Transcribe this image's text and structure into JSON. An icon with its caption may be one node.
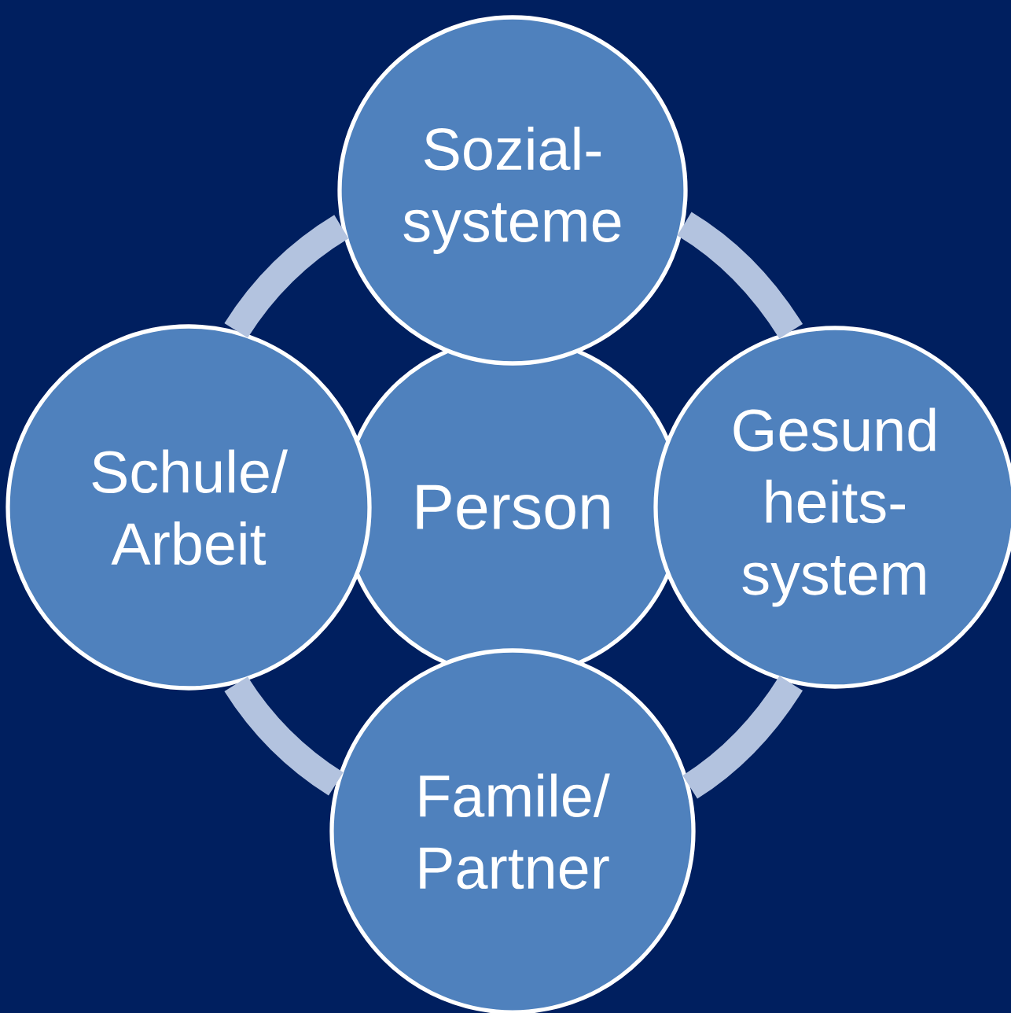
{
  "diagram": {
    "nodes": [
      {
        "text": [
          "Sozial- systeme"
        ]
      },
      {
        "text": [
          "Schule/ Arbeit"
        ]
      },
      {
        "text": [
          "Person"
        ]
      },
      {
        "text": [
          "Gesund heits- system"
        ]
      },
      {
        "text": [
          "Famile/ Partner"
        ]
      }
    ],
    "edges": [
      {
        "from": 0,
        "to": 3,
        "arrow": "none"
      },
      {
        "from": 3,
        "to": 4,
        "arrow": "none"
      },
      {
        "from": 4,
        "to": 1,
        "arrow": "none"
      },
      {
        "from": 1,
        "to": 0,
        "arrow": "none"
      }
    ]
  }
}
